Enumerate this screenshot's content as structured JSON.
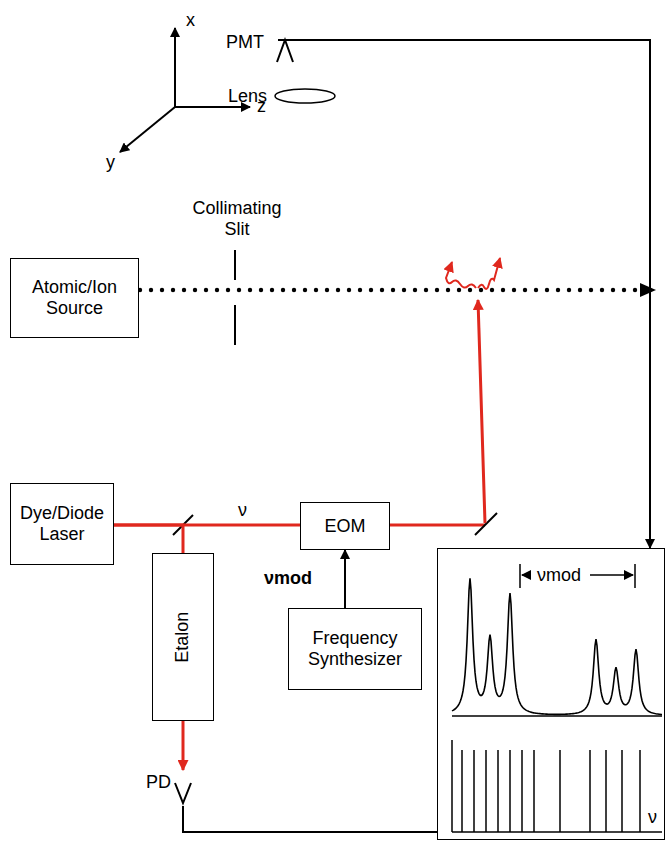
{
  "diagram": {
    "nodes": [
      {
        "text": [
          "PMT"
        ]
      },
      {
        "text": [
          "Lens"
        ]
      },
      {
        "text": [
          "Atomic/Ion Source"
        ]
      },
      {
        "text": [
          "Dye/Diode Laser"
        ]
      },
      {
        "text": [
          "EOM"
        ]
      },
      {
        "text": [
          "Etalon"
        ]
      },
      {
        "text": [
          "Frequency Synthesizer"
        ]
      },
      {
        "text": [
          "PD"
        ]
      },
      {
        "text": [
          "νmod",
          "ν"
        ]
      }
    ],
    "edges": [
      {
        "from": 3,
        "to": 4,
        "arrow": "none",
        "label": "ν"
      },
      {
        "from": 3,
        "to": 5,
        "arrow": "none"
      },
      {
        "from": 5,
        "to": 7,
        "arrow": "to"
      },
      {
        "from": 6,
        "to": 4,
        "arrow": "to",
        "label": "νmod"
      },
      {
        "from": 0,
        "to": 8,
        "arrow": "to"
      },
      {
        "from": 7,
        "to": 8,
        "arrow": "none"
      }
    ],
    "labels": [
      "x",
      "z",
      "y",
      "Collimating Slit"
    ]
  }
}
